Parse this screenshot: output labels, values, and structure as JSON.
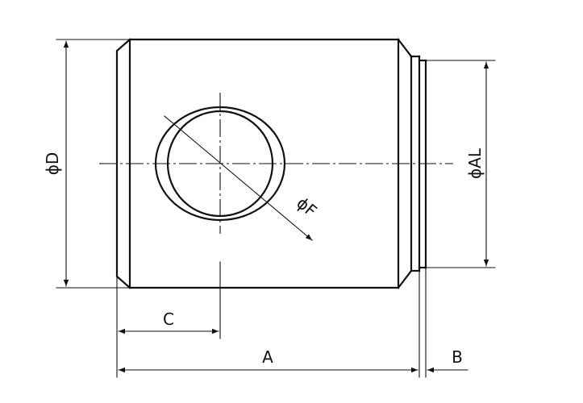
{
  "labels": {
    "dia_D": "ϕD",
    "dia_AL": "ϕAL",
    "dia_F": "ϕF",
    "dim_C": "C",
    "dim_A": "A",
    "dim_B": "B"
  },
  "colors": {
    "line": "#111111",
    "background": "#ffffff"
  }
}
